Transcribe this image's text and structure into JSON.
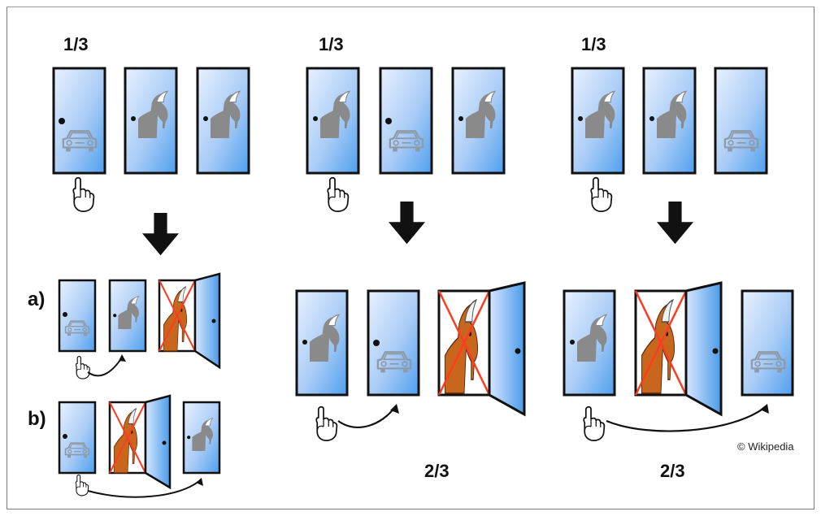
{
  "scenarios": [
    {
      "probability_top": "1/3",
      "probability_bottom": ""
    },
    {
      "probability_top": "1/3",
      "probability_bottom": "2/3"
    },
    {
      "probability_top": "1/3",
      "probability_bottom": "2/3"
    }
  ],
  "case_labels": {
    "a": "a)",
    "b": "b)"
  },
  "credit": "© Wikipedia",
  "colors": {
    "door_light": "#dceaff",
    "door_dark": "#5da8ef",
    "door_border": "#111111",
    "silhouette": "#8a8a8a",
    "goat_revealed": "#c8661e",
    "cross": "#ff3b1f",
    "arrow": "#111111"
  },
  "icons": [
    "pointing-hand-icon",
    "car-icon",
    "goat-icon",
    "down-arrow-icon",
    "curved-arrow-icon"
  ]
}
